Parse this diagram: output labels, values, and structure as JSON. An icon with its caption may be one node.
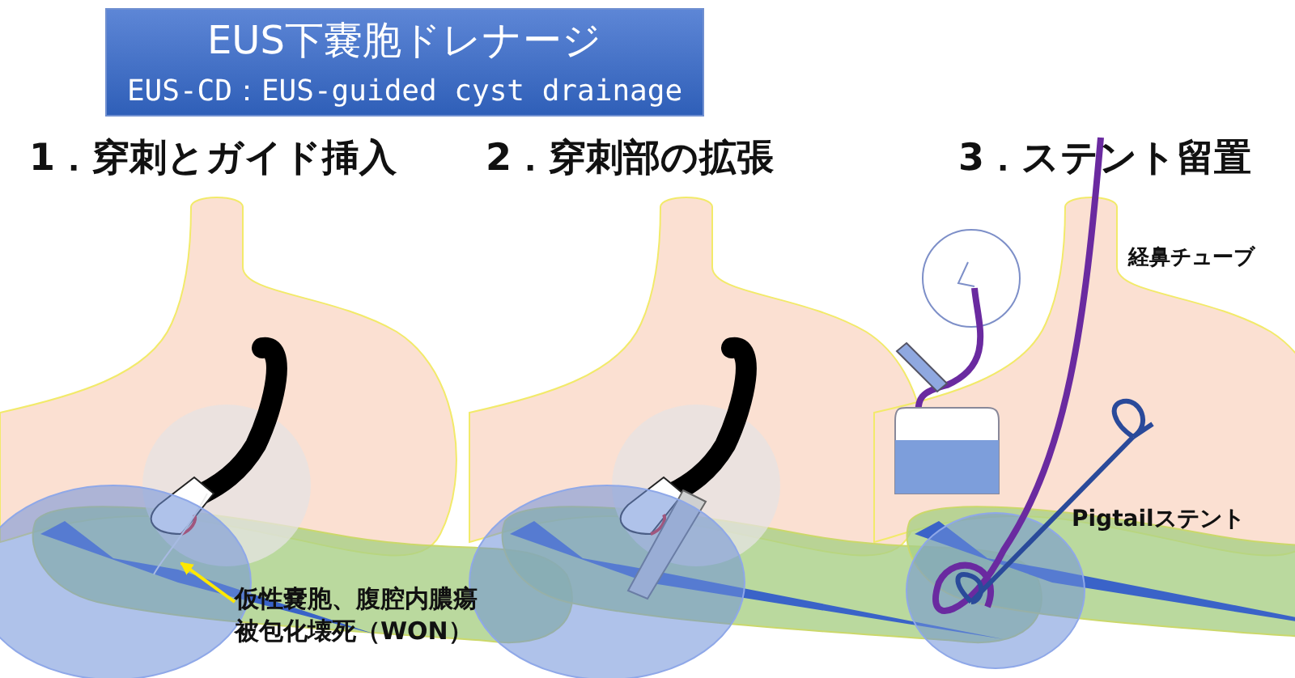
{
  "diagram": {
    "title": "EUS下嚢胞ドレナージ",
    "nodes": [
      {
        "text": [
          "仮性嚢胞、腹腔内膿瘍被包化壊死（WON）"
        ]
      },
      {
        "text": [],
        "shape": "circle"
      },
      {
        "text": [],
        "shape": "circle"
      },
      {
        "text": [],
        "shape": "circle"
      }
    ],
    "edges": [
      {
        "from": 0,
        "to": 1,
        "arrow": "to"
      }
    ],
    "labels": [
      "EUS-CD：EUS-guided cyst drainage",
      "1．穿刺とガイド挿入",
      "2．穿刺部の拡張",
      "3．ステント留置",
      "経鼻チューブ",
      "Pigtailステント"
    ]
  }
}
